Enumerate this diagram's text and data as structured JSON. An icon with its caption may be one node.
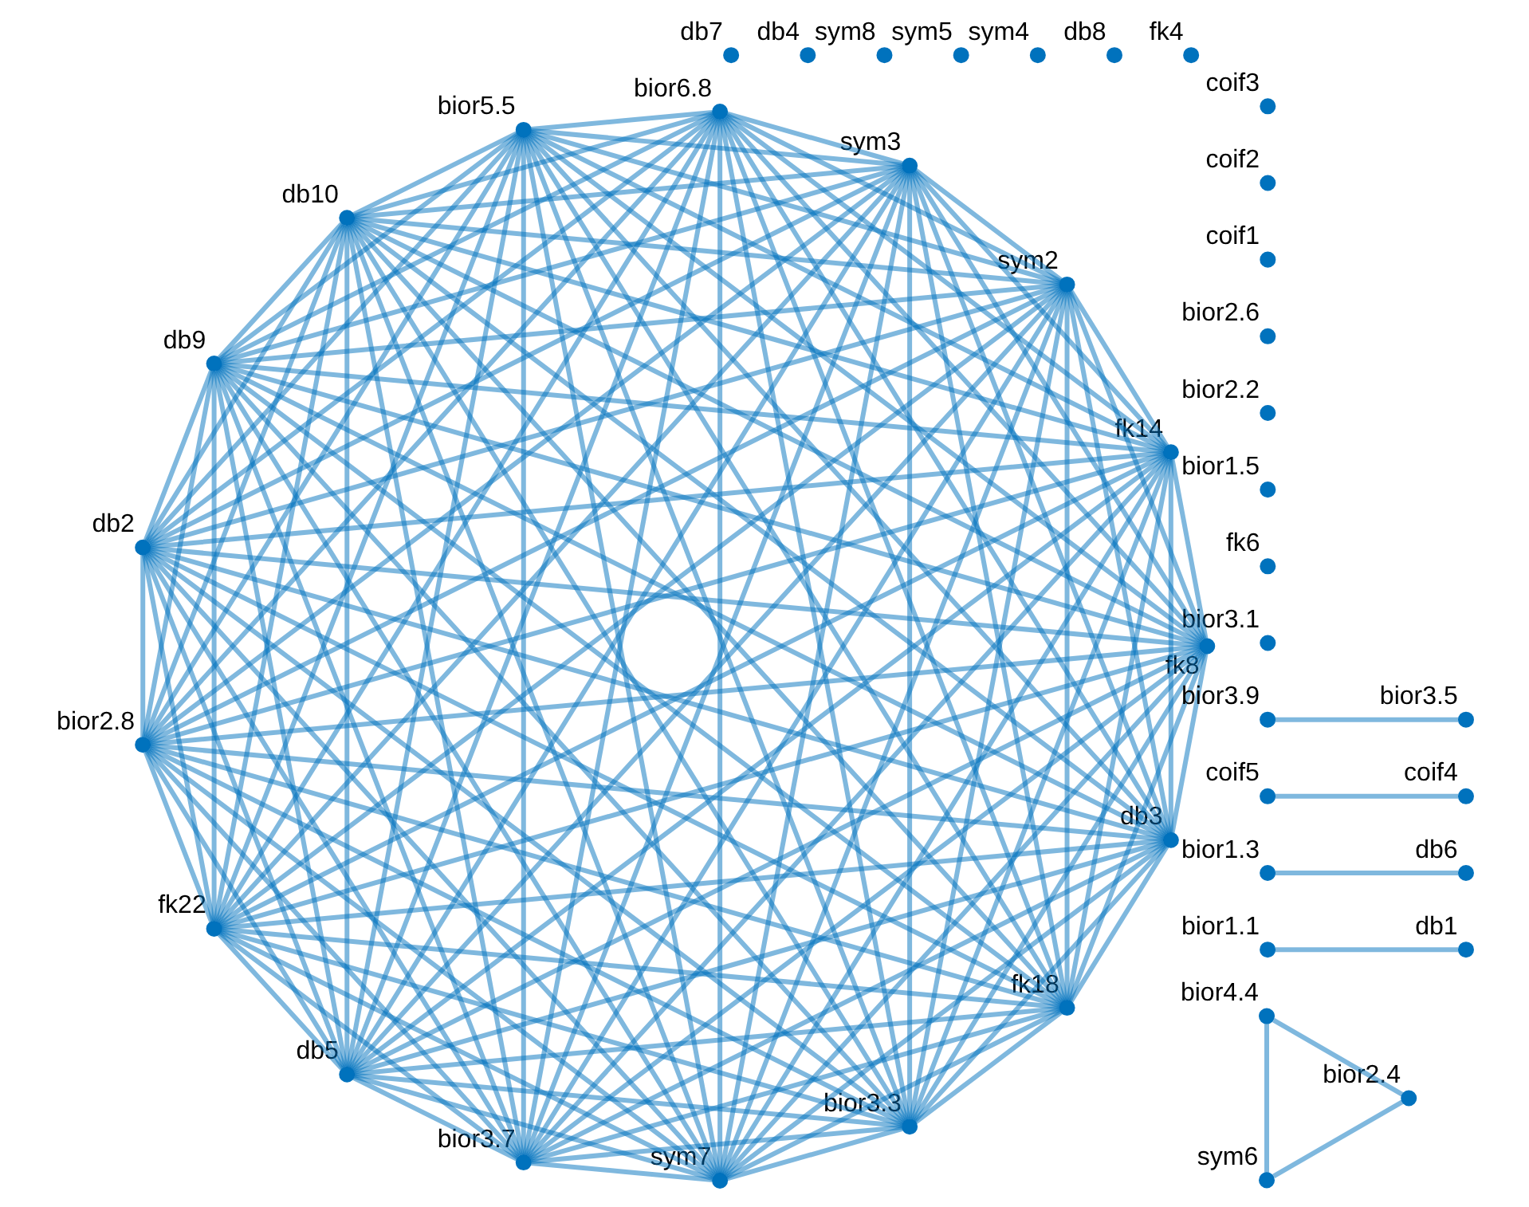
{
  "diagram": {
    "nodes": [
      {
        "text": [],
        "shape": "circle",
        "beside": [
          "sym6"
        ]
      },
      {
        "text": [],
        "shape": "circle",
        "beside": [
          "bior4.4"
        ]
      },
      {
        "text": [],
        "shape": "circle",
        "beside": [
          "bior2.4"
        ]
      },
      {
        "text": [],
        "shape": "circle",
        "beside": [
          "bior1.1"
        ]
      },
      {
        "text": [],
        "shape": "circle",
        "beside": [
          "db1"
        ]
      },
      {
        "text": [],
        "shape": "circle",
        "beside": [
          "bior1.3"
        ]
      },
      {
        "text": [],
        "shape": "circle",
        "beside": [
          "db6"
        ]
      },
      {
        "text": [],
        "shape": "circle",
        "beside": [
          "bior3.1"
        ]
      },
      {
        "text": [],
        "shape": "circle",
        "beside": [
          "fk6"
        ]
      },
      {
        "text": [],
        "shape": "circle",
        "beside": [
          "bior1.5"
        ]
      },
      {
        "text": [],
        "shape": "circle",
        "beside": [
          "bior2.2"
        ]
      },
      {
        "text": [],
        "shape": "circle",
        "beside": [
          "bior2.6"
        ]
      },
      {
        "text": [],
        "shape": "circle",
        "beside": [
          "db3"
        ]
      },
      {
        "text": [],
        "shape": "circle",
        "beside": [
          "fk8"
        ]
      },
      {
        "text": [],
        "shape": "circle",
        "beside": [
          "bior3.3"
        ]
      },
      {
        "text": [],
        "shape": "circle",
        "beside": [
          "sym7"
        ]
      },
      {
        "text": [],
        "shape": "circle",
        "beside": [
          "bior3.7"
        ]
      },
      {
        "text": [],
        "shape": "circle",
        "beside": [
          "db5"
        ]
      },
      {
        "text": [],
        "shape": "circle",
        "beside": [
          "fk22"
        ]
      },
      {
        "text": [],
        "shape": "circle",
        "beside": [
          "bior2.8"
        ]
      },
      {
        "text": [],
        "shape": "circle",
        "beside": [
          "db2"
        ]
      },
      {
        "text": [],
        "shape": "circle",
        "beside": [
          "db9"
        ]
      },
      {
        "text": [],
        "shape": "circle",
        "beside": [
          "db10"
        ]
      },
      {
        "text": [],
        "shape": "circle",
        "beside": [
          "bior5.5"
        ]
      },
      {
        "text": [],
        "shape": "circle",
        "beside": [
          "bior6.8"
        ]
      },
      {
        "text": [],
        "shape": "circle",
        "beside": [
          "sym3"
        ]
      },
      {
        "text": [],
        "shape": "circle",
        "beside": [
          "sym2"
        ]
      },
      {
        "text": [],
        "shape": "circle",
        "beside": [
          "fk14"
        ]
      },
      {
        "text": [],
        "shape": "circle",
        "beside": [
          "fk18"
        ]
      },
      {
        "text": [],
        "shape": "circle",
        "beside": [
          "coif1"
        ]
      },
      {
        "text": [],
        "shape": "circle",
        "beside": [
          "coif2"
        ]
      },
      {
        "text": [],
        "shape": "circle",
        "beside": [
          "coif3"
        ]
      },
      {
        "text": [],
        "shape": "circle",
        "beside": [
          "fk4"
        ]
      },
      {
        "text": [],
        "shape": "circle",
        "beside": [
          "db8"
        ]
      },
      {
        "text": [],
        "shape": "circle",
        "beside": [
          "sym4"
        ]
      },
      {
        "text": [],
        "shape": "circle",
        "beside": [
          "sym5"
        ]
      },
      {
        "text": [],
        "shape": "circle",
        "beside": [
          "sym8"
        ]
      },
      {
        "text": [],
        "shape": "circle",
        "beside": [
          "coif5"
        ]
      },
      {
        "text": [],
        "shape": "circle",
        "beside": [
          "bior3.9"
        ]
      },
      {
        "text": [],
        "shape": "circle",
        "beside": [
          "coif4"
        ]
      },
      {
        "text": [],
        "shape": "circle",
        "beside": [
          "bior3.5"
        ]
      },
      {
        "text": [],
        "shape": "circle",
        "beside": [
          "db4"
        ]
      },
      {
        "text": [],
        "shape": "circle",
        "beside": [
          "db7"
        ]
      }
    ],
    "edges": [
      {
        "from": 0,
        "to": 1,
        "arrow": "none"
      },
      {
        "from": 1,
        "to": 2,
        "arrow": "none"
      },
      {
        "from": 0,
        "to": 2,
        "arrow": "none"
      },
      {
        "from": 3,
        "to": 4,
        "arrow": "none"
      },
      {
        "from": 5,
        "to": 6,
        "arrow": "none"
      },
      {
        "from": 37,
        "to": 39,
        "arrow": "none"
      },
      {
        "from": 38,
        "to": 40,
        "arrow": "none"
      },
      {
        "from": 12,
        "to": 13,
        "arrow": "none"
      },
      {
        "from": 12,
        "to": 14,
        "arrow": "none"
      },
      {
        "from": 12,
        "to": 15,
        "arrow": "none"
      },
      {
        "from": 12,
        "to": 16,
        "arrow": "none"
      },
      {
        "from": 12,
        "to": 17,
        "arrow": "none"
      },
      {
        "from": 12,
        "to": 18,
        "arrow": "none"
      },
      {
        "from": 12,
        "to": 19,
        "arrow": "none"
      },
      {
        "from": 12,
        "to": 20,
        "arrow": "none"
      },
      {
        "from": 12,
        "to": 21,
        "arrow": "none"
      },
      {
        "from": 12,
        "to": 22,
        "arrow": "none"
      },
      {
        "from": 12,
        "to": 23,
        "arrow": "none"
      },
      {
        "from": 12,
        "to": 24,
        "arrow": "none"
      },
      {
        "from": 12,
        "to": 25,
        "arrow": "none"
      },
      {
        "from": 12,
        "to": 26,
        "arrow": "none"
      },
      {
        "from": 12,
        "to": 27,
        "arrow": "none"
      },
      {
        "from": 12,
        "to": 28,
        "arrow": "none"
      },
      {
        "from": 13,
        "to": 14,
        "arrow": "none"
      },
      {
        "from": 13,
        "to": 15,
        "arrow": "none"
      },
      {
        "from": 13,
        "to": 16,
        "arrow": "none"
      },
      {
        "from": 13,
        "to": 17,
        "arrow": "none"
      },
      {
        "from": 13,
        "to": 18,
        "arrow": "none"
      },
      {
        "from": 13,
        "to": 19,
        "arrow": "none"
      },
      {
        "from": 13,
        "to": 20,
        "arrow": "none"
      },
      {
        "from": 13,
        "to": 21,
        "arrow": "none"
      },
      {
        "from": 13,
        "to": 22,
        "arrow": "none"
      },
      {
        "from": 13,
        "to": 23,
        "arrow": "none"
      },
      {
        "from": 13,
        "to": 24,
        "arrow": "none"
      },
      {
        "from": 13,
        "to": 25,
        "arrow": "none"
      },
      {
        "from": 13,
        "to": 26,
        "arrow": "none"
      },
      {
        "from": 13,
        "to": 27,
        "arrow": "none"
      },
      {
        "from": 13,
        "to": 28,
        "arrow": "none"
      },
      {
        "from": 14,
        "to": 15,
        "arrow": "none"
      },
      {
        "from": 14,
        "to": 16,
        "arrow": "none"
      },
      {
        "from": 14,
        "to": 17,
        "arrow": "none"
      },
      {
        "from": 14,
        "to": 18,
        "arrow": "none"
      },
      {
        "from": 14,
        "to": 19,
        "arrow": "none"
      },
      {
        "from": 14,
        "to": 20,
        "arrow": "none"
      },
      {
        "from": 14,
        "to": 21,
        "arrow": "none"
      },
      {
        "from": 14,
        "to": 22,
        "arrow": "none"
      },
      {
        "from": 14,
        "to": 23,
        "arrow": "none"
      },
      {
        "from": 14,
        "to": 24,
        "arrow": "none"
      },
      {
        "from": 14,
        "to": 25,
        "arrow": "none"
      },
      {
        "from": 14,
        "to": 26,
        "arrow": "none"
      },
      {
        "from": 14,
        "to": 27,
        "arrow": "none"
      },
      {
        "from": 14,
        "to": 28,
        "arrow": "none"
      },
      {
        "from": 15,
        "to": 16,
        "arrow": "none"
      },
      {
        "from": 15,
        "to": 17,
        "arrow": "none"
      },
      {
        "from": 15,
        "to": 18,
        "arrow": "none"
      },
      {
        "from": 15,
        "to": 19,
        "arrow": "none"
      },
      {
        "from": 15,
        "to": 20,
        "arrow": "none"
      },
      {
        "from": 15,
        "to": 21,
        "arrow": "none"
      },
      {
        "from": 15,
        "to": 22,
        "arrow": "none"
      },
      {
        "from": 15,
        "to": 23,
        "arrow": "none"
      },
      {
        "from": 15,
        "to": 24,
        "arrow": "none"
      },
      {
        "from": 15,
        "to": 25,
        "arrow": "none"
      },
      {
        "from": 15,
        "to": 26,
        "arrow": "none"
      },
      {
        "from": 15,
        "to": 27,
        "arrow": "none"
      },
      {
        "from": 15,
        "to": 28,
        "arrow": "none"
      },
      {
        "from": 16,
        "to": 17,
        "arrow": "none"
      },
      {
        "from": 16,
        "to": 18,
        "arrow": "none"
      },
      {
        "from": 16,
        "to": 19,
        "arrow": "none"
      },
      {
        "from": 16,
        "to": 20,
        "arrow": "none"
      },
      {
        "from": 16,
        "to": 21,
        "arrow": "none"
      },
      {
        "from": 16,
        "to": 22,
        "arrow": "none"
      },
      {
        "from": 16,
        "to": 23,
        "arrow": "none"
      },
      {
        "from": 16,
        "to": 24,
        "arrow": "none"
      },
      {
        "from": 16,
        "to": 25,
        "arrow": "none"
      },
      {
        "from": 16,
        "to": 26,
        "arrow": "none"
      },
      {
        "from": 16,
        "to": 27,
        "arrow": "none"
      },
      {
        "from": 16,
        "to": 28,
        "arrow": "none"
      },
      {
        "from": 17,
        "to": 18,
        "arrow": "none"
      },
      {
        "from": 17,
        "to": 19,
        "arrow": "none"
      },
      {
        "from": 17,
        "to": 20,
        "arrow": "none"
      },
      {
        "from": 17,
        "to": 21,
        "arrow": "none"
      },
      {
        "from": 17,
        "to": 22,
        "arrow": "none"
      },
      {
        "from": 17,
        "to": 23,
        "arrow": "none"
      },
      {
        "from": 17,
        "to": 24,
        "arrow": "none"
      },
      {
        "from": 17,
        "to": 25,
        "arrow": "none"
      },
      {
        "from": 17,
        "to": 26,
        "arrow": "none"
      },
      {
        "from": 17,
        "to": 27,
        "arrow": "none"
      },
      {
        "from": 17,
        "to": 28,
        "arrow": "none"
      },
      {
        "from": 18,
        "to": 19,
        "arrow": "none"
      },
      {
        "from": 18,
        "to": 20,
        "arrow": "none"
      },
      {
        "from": 18,
        "to": 21,
        "arrow": "none"
      },
      {
        "from": 18,
        "to": 22,
        "arrow": "none"
      },
      {
        "from": 18,
        "to": 23,
        "arrow": "none"
      },
      {
        "from": 18,
        "to": 24,
        "arrow": "none"
      },
      {
        "from": 18,
        "to": 25,
        "arrow": "none"
      },
      {
        "from": 18,
        "to": 26,
        "arrow": "none"
      },
      {
        "from": 18,
        "to": 27,
        "arrow": "none"
      },
      {
        "from": 18,
        "to": 28,
        "arrow": "none"
      },
      {
        "from": 19,
        "to": 20,
        "arrow": "none"
      },
      {
        "from": 19,
        "to": 21,
        "arrow": "none"
      },
      {
        "from": 19,
        "to": 22,
        "arrow": "none"
      },
      {
        "from": 19,
        "to": 23,
        "arrow": "none"
      },
      {
        "from": 19,
        "to": 24,
        "arrow": "none"
      },
      {
        "from": 19,
        "to": 25,
        "arrow": "none"
      },
      {
        "from": 19,
        "to": 26,
        "arrow": "none"
      },
      {
        "from": 19,
        "to": 27,
        "arrow": "none"
      },
      {
        "from": 19,
        "to": 28,
        "arrow": "none"
      },
      {
        "from": 20,
        "to": 21,
        "arrow": "none"
      },
      {
        "from": 20,
        "to": 22,
        "arrow": "none"
      },
      {
        "from": 20,
        "to": 23,
        "arrow": "none"
      },
      {
        "from": 20,
        "to": 24,
        "arrow": "none"
      },
      {
        "from": 20,
        "to": 25,
        "arrow": "none"
      },
      {
        "from": 20,
        "to": 26,
        "arrow": "none"
      },
      {
        "from": 20,
        "to": 27,
        "arrow": "none"
      },
      {
        "from": 20,
        "to": 28,
        "arrow": "none"
      },
      {
        "from": 21,
        "to": 22,
        "arrow": "none"
      },
      {
        "from": 21,
        "to": 23,
        "arrow": "none"
      },
      {
        "from": 21,
        "to": 24,
        "arrow": "none"
      },
      {
        "from": 21,
        "to": 25,
        "arrow": "none"
      },
      {
        "from": 21,
        "to": 26,
        "arrow": "none"
      },
      {
        "from": 21,
        "to": 27,
        "arrow": "none"
      },
      {
        "from": 21,
        "to": 28,
        "arrow": "none"
      },
      {
        "from": 22,
        "to": 23,
        "arrow": "none"
      },
      {
        "from": 22,
        "to": 24,
        "arrow": "none"
      },
      {
        "from": 22,
        "to": 25,
        "arrow": "none"
      },
      {
        "from": 22,
        "to": 26,
        "arrow": "none"
      },
      {
        "from": 22,
        "to": 27,
        "arrow": "none"
      },
      {
        "from": 22,
        "to": 28,
        "arrow": "none"
      },
      {
        "from": 23,
        "to": 24,
        "arrow": "none"
      },
      {
        "from": 23,
        "to": 25,
        "arrow": "none"
      },
      {
        "from": 23,
        "to": 26,
        "arrow": "none"
      },
      {
        "from": 23,
        "to": 27,
        "arrow": "none"
      },
      {
        "from": 23,
        "to": 28,
        "arrow": "none"
      },
      {
        "from": 24,
        "to": 25,
        "arrow": "none"
      },
      {
        "from": 24,
        "to": 26,
        "arrow": "none"
      },
      {
        "from": 24,
        "to": 27,
        "arrow": "none"
      },
      {
        "from": 24,
        "to": 28,
        "arrow": "none"
      },
      {
        "from": 25,
        "to": 26,
        "arrow": "none"
      },
      {
        "from": 25,
        "to": 27,
        "arrow": "none"
      },
      {
        "from": 25,
        "to": 28,
        "arrow": "none"
      },
      {
        "from": 26,
        "to": 27,
        "arrow": "none"
      },
      {
        "from": 26,
        "to": 28,
        "arrow": "none"
      },
      {
        "from": 27,
        "to": 28,
        "arrow": "none"
      }
    ]
  }
}
